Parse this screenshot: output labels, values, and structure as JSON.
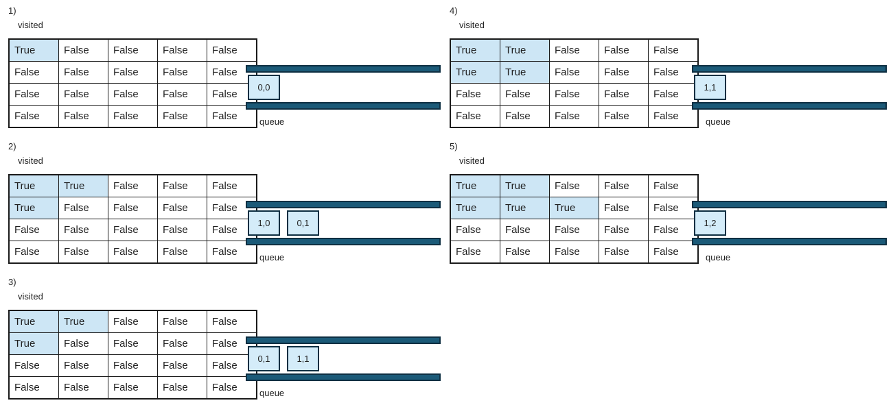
{
  "colors": {
    "cell_highlight": "#cde6f5",
    "queue_box_fill": "#d4ecf9",
    "bar_fill": "#1b5a78",
    "bar_border": "#0e2f42",
    "grid_border": "#1a1a1a"
  },
  "shared": {
    "visited_label": "visited",
    "queue_label": "queue"
  },
  "panels": [
    {
      "number": "1)",
      "grid": [
        [
          "True",
          "False",
          "False",
          "False",
          "False"
        ],
        [
          "False",
          "False",
          "False",
          "False",
          "False"
        ],
        [
          "False",
          "False",
          "False",
          "False",
          "False"
        ],
        [
          "False",
          "False",
          "False",
          "False",
          "False"
        ]
      ],
      "queue_items": [
        "0,0"
      ]
    },
    {
      "number": "2)",
      "grid": [
        [
          "True",
          "True",
          "False",
          "False",
          "False"
        ],
        [
          "True",
          "False",
          "False",
          "False",
          "False"
        ],
        [
          "False",
          "False",
          "False",
          "False",
          "False"
        ],
        [
          "False",
          "False",
          "False",
          "False",
          "False"
        ]
      ],
      "queue_items": [
        "1,0",
        "0,1"
      ]
    },
    {
      "number": "3)",
      "grid": [
        [
          "True",
          "True",
          "False",
          "False",
          "False"
        ],
        [
          "True",
          "False",
          "False",
          "False",
          "False"
        ],
        [
          "False",
          "False",
          "False",
          "False",
          "False"
        ],
        [
          "False",
          "False",
          "False",
          "False",
          "False"
        ]
      ],
      "queue_items": [
        "0,1",
        "1,1"
      ]
    },
    {
      "number": "4)",
      "grid": [
        [
          "True",
          "True",
          "False",
          "False",
          "False"
        ],
        [
          "True",
          "True",
          "False",
          "False",
          "False"
        ],
        [
          "False",
          "False",
          "False",
          "False",
          "False"
        ],
        [
          "False",
          "False",
          "False",
          "False",
          "False"
        ]
      ],
      "queue_items": [
        "1,1"
      ]
    },
    {
      "number": "5)",
      "grid": [
        [
          "True",
          "True",
          "False",
          "False",
          "False"
        ],
        [
          "True",
          "True",
          "True",
          "False",
          "False"
        ],
        [
          "False",
          "False",
          "False",
          "False",
          "False"
        ],
        [
          "False",
          "False",
          "False",
          "False",
          "False"
        ]
      ],
      "queue_items": [
        "1,2"
      ]
    }
  ]
}
